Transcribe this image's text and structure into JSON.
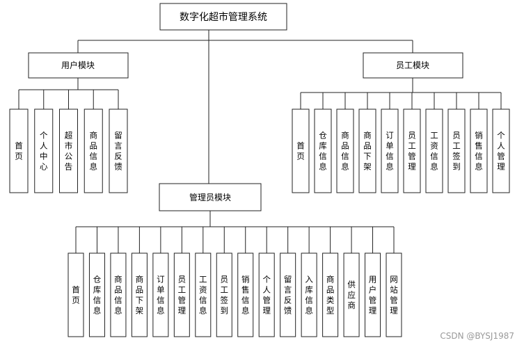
{
  "root": {
    "label": "数字化超市管理系统"
  },
  "modules": {
    "user": {
      "label": "用户模块",
      "children": [
        "首页",
        "个人中心",
        "超市公告",
        "商品信息",
        "留言反馈"
      ]
    },
    "staff": {
      "label": "员工模块",
      "children": [
        "首页",
        "仓库信息",
        "商品信息",
        "商品下架",
        "订单信息",
        "员工管理",
        "工资信息",
        "员工签到",
        "销售信息",
        "个人管理"
      ]
    },
    "admin": {
      "label": "管理员模块",
      "children": [
        "首页",
        "仓库信息",
        "商品信息",
        "商品下架",
        "订单信息",
        "员工管理",
        "工资信息",
        "员工签到",
        "销售信息",
        "个人管理",
        "留言反馈",
        "入库信息",
        "商品类型",
        "供应商",
        "用户管理",
        "网站管理"
      ]
    }
  },
  "watermark": "CSDN @BYSJ1987"
}
